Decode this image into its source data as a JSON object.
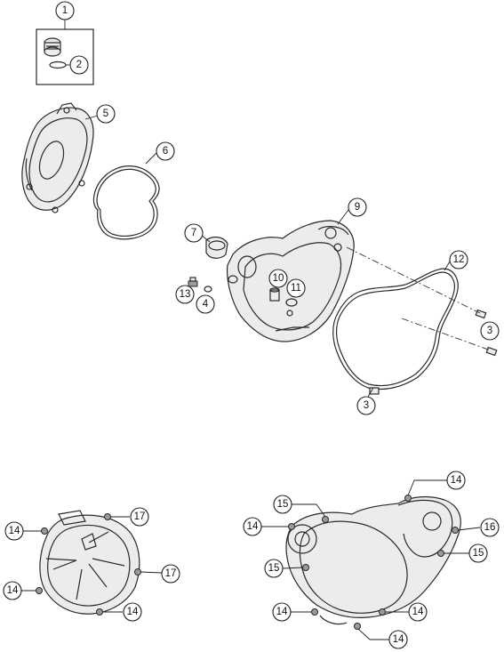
{
  "diagram": {
    "callouts": {
      "c1": "1",
      "c2": "2",
      "c3a": "3",
      "c3b": "3",
      "c4": "4",
      "c5": "5",
      "c6": "6",
      "c7": "7",
      "c9": "9",
      "c10": "10",
      "c11": "11",
      "c12": "12",
      "c13": "13",
      "c14a": "14",
      "c14b": "14",
      "c14c": "14",
      "c14d": "14",
      "c14e": "14",
      "c14f": "14",
      "c14g": "14",
      "c15a": "15",
      "c15b": "15",
      "c15c": "15",
      "c16": "16",
      "c17a": "17",
      "c17b": "17"
    },
    "colors": {
      "line": "#2a2a2a",
      "part_fill": "#ececec",
      "bolt_fill": "#9a9a9a",
      "background": "#ffffff"
    }
  }
}
